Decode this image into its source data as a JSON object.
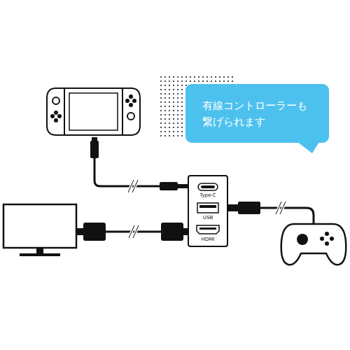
{
  "diagram": {
    "nodes": [
      {
        "text": [
          "有線コントローラーも 繋げられます"
        ]
      },
      {
        "text": [
          "Type-C",
          "USB",
          "HDMI"
        ]
      }
    ]
  }
}
